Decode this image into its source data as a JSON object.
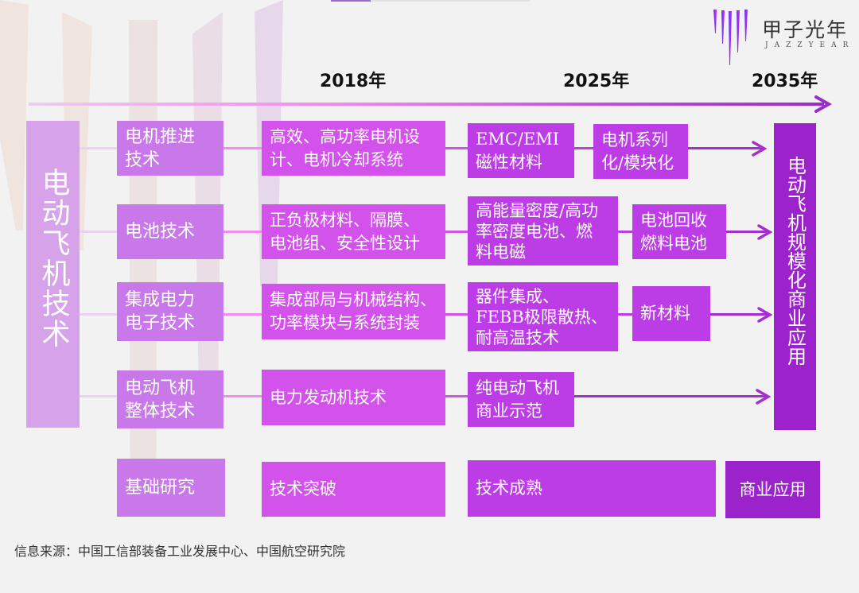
{
  "logo": {
    "cn": "甲子光年",
    "en": "JAZZYEAR"
  },
  "timeline": {
    "years": [
      "2018年",
      "2025年",
      "2035年"
    ]
  },
  "left_title": "电动飞机技术",
  "right_title": "电动飞机规模化商业应用",
  "rows": [
    {
      "category": "电机推进\n技术",
      "stage1": "高效、高功率电机设\n计、电机冷却系统",
      "stage2": "EMC/EMI\n磁性材料",
      "stage3": "电机系列\n化/模块化"
    },
    {
      "category": "电池技术",
      "stage1": "正负极材料、隔膜、\n电池组、安全性设计",
      "stage2": "高能量密度/高功\n率密度电池、燃\n料电磁",
      "stage3": "电池回收\n燃料电池"
    },
    {
      "category": "集成电力\n电子技术",
      "stage1": "集成部局与机械结构、\n功率模块与系统封装",
      "stage2": "器件集成、\nFEBB极限散热、\n耐高温技术",
      "stage3": "新材料"
    },
    {
      "category": "电动飞机\n整体技术",
      "stage1": "电力发动机技术",
      "stage2": "纯电动飞机\n商业示范",
      "stage3": ""
    }
  ],
  "phases": {
    "category": "基础研究",
    "stage1": "技术突破",
    "stage2": "技术成熟",
    "stage3": "商业应用"
  },
  "source": "信息来源：中国工信部装备工业发展中心、中国航空研究院",
  "colors": {
    "category": "#c878e8",
    "stage1": "#d352ec",
    "stage2": "#bc3de6",
    "stage3": "#9c22cc",
    "left": "#d6a2ea"
  }
}
